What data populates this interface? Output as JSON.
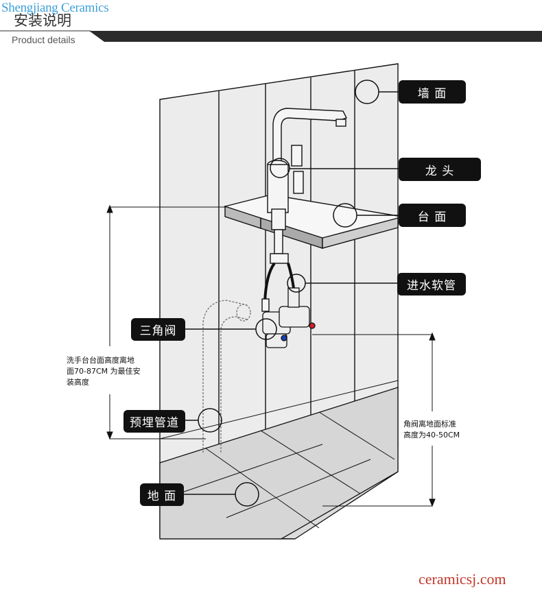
{
  "watermark_top": "Shengjiang Ceramics",
  "watermark_bottom": "ceramicsj.com",
  "header": {
    "title": "安装说明",
    "subtitle": "Product details"
  },
  "labels": {
    "wall": "墙 面",
    "faucet": "龙 头",
    "countertop": "台 面",
    "inlet_hose": "进水软管",
    "angle_valve": "三角阀",
    "embedded_pipe": "预埋管道",
    "floor": "地 面"
  },
  "notes": {
    "basin_height_line1": "洗手台台面高度离地",
    "basin_height_line2": "面70-87CM 为最佳安",
    "basin_height_line3": "装高度",
    "valve_height_line1": "角阀离地面标准",
    "valve_height_line2": "高度为40-50CM"
  },
  "colors": {
    "header_bar": "#2b2b2b",
    "label_bg": "#111111",
    "valve_blue": "#1a3fb0",
    "valve_red": "#d21f2a"
  }
}
